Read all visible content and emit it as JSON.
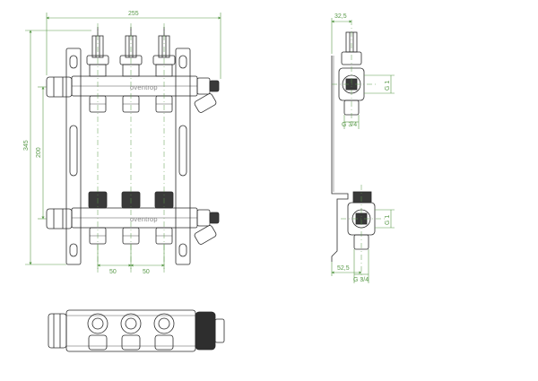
{
  "drawing": {
    "dimensions": {
      "overall_width": "255",
      "overall_height": "345",
      "bracket_spacing": "200",
      "outlet_pitch_left": "50",
      "outlet_pitch_right": "50",
      "side_top_offset": "32,5",
      "side_bottom_offset": "52,5",
      "top_thread": "G 1",
      "bottom_thread": "G 1",
      "top_outlet_thread": "G 3/4",
      "bottom_outlet_thread": "G 3/4"
    },
    "brand_top": "oventrop",
    "brand_bottom": "oventrop"
  },
  "colors": {
    "line": "#2a2a2a",
    "dimension": "#5a9a4a",
    "brand_text": "#888888",
    "background": "#ffffff"
  }
}
